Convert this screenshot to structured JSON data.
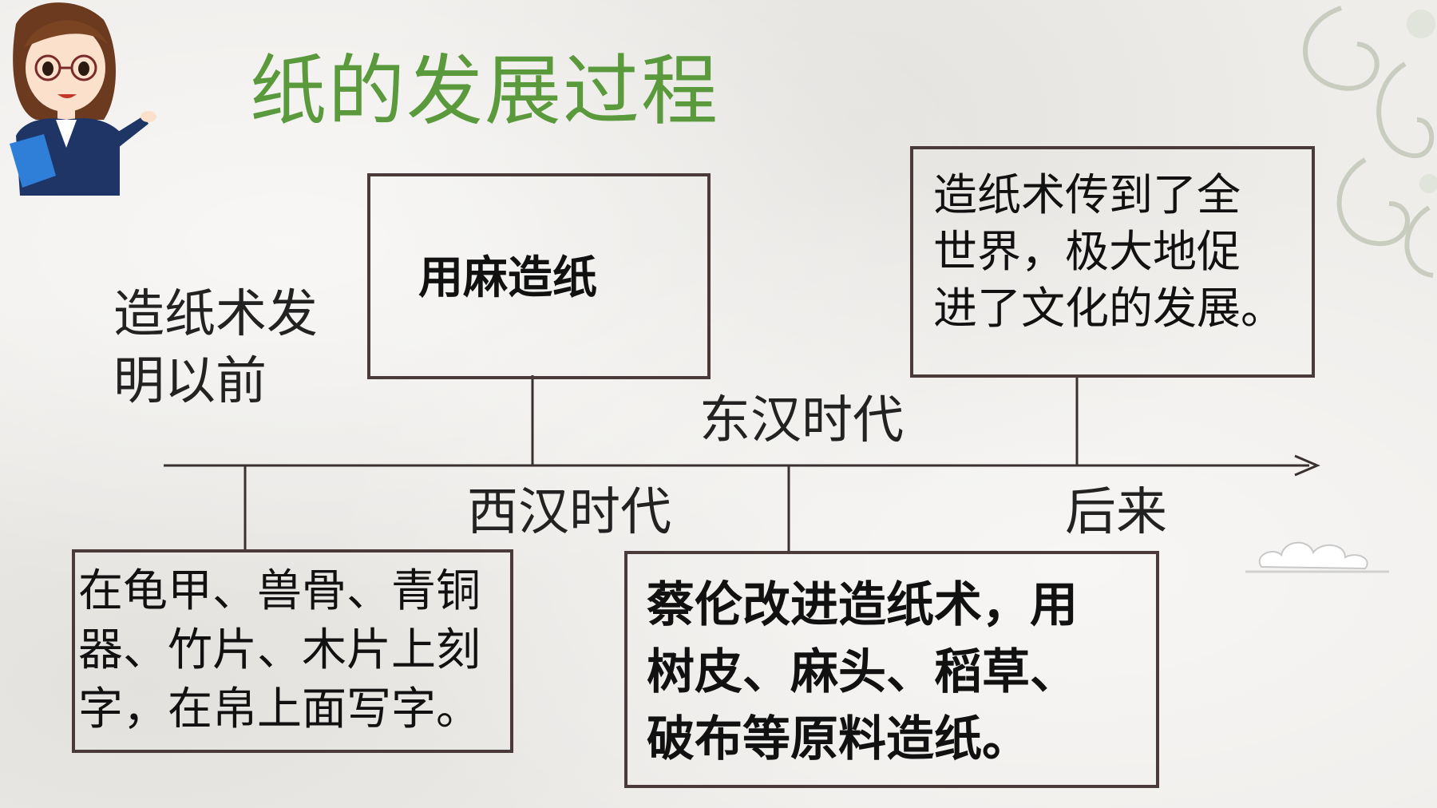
{
  "slide": {
    "title": "纸的发展过程"
  },
  "timeline": {
    "before_label": "造纸术发明以前",
    "before_label_line1": "造纸术发",
    "before_label_line2": "明以前",
    "eras": {
      "western_han": "西汉时代",
      "eastern_han": "东汉时代",
      "later": "后来"
    },
    "boxes": {
      "hemp": "用麻造纸",
      "world": "造纸术传到了全世界，极大地促进了文化的发展。",
      "world_line1": "造纸术传到了全",
      "world_line2": "世界，极大地促",
      "world_line3": "进了文化的发展。",
      "before": "在龟甲、兽骨、青铜器、竹片、木片上刻字，在帛上面写字。",
      "before_line1": "在龟甲、兽骨、青铜",
      "before_line2": "器、竹片、木片上刻",
      "before_line3": "字，在帛上面写字。",
      "cai_lun": "蔡伦改进造纸术，用树皮、麻头、稻草、破布等原料造纸。",
      "cai_lun_line1": "蔡伦改进造纸术，用",
      "cai_lun_line2": "树皮、麻头、稻草、",
      "cai_lun_line3": "破布等原料造纸。"
    }
  },
  "colors": {
    "title": "#5a9a3c",
    "box_border": "#4a3a3a",
    "line": "#3a3030"
  },
  "decorations": {
    "teacher": "teacher-illustration",
    "clouds": "cloud-ornament"
  }
}
